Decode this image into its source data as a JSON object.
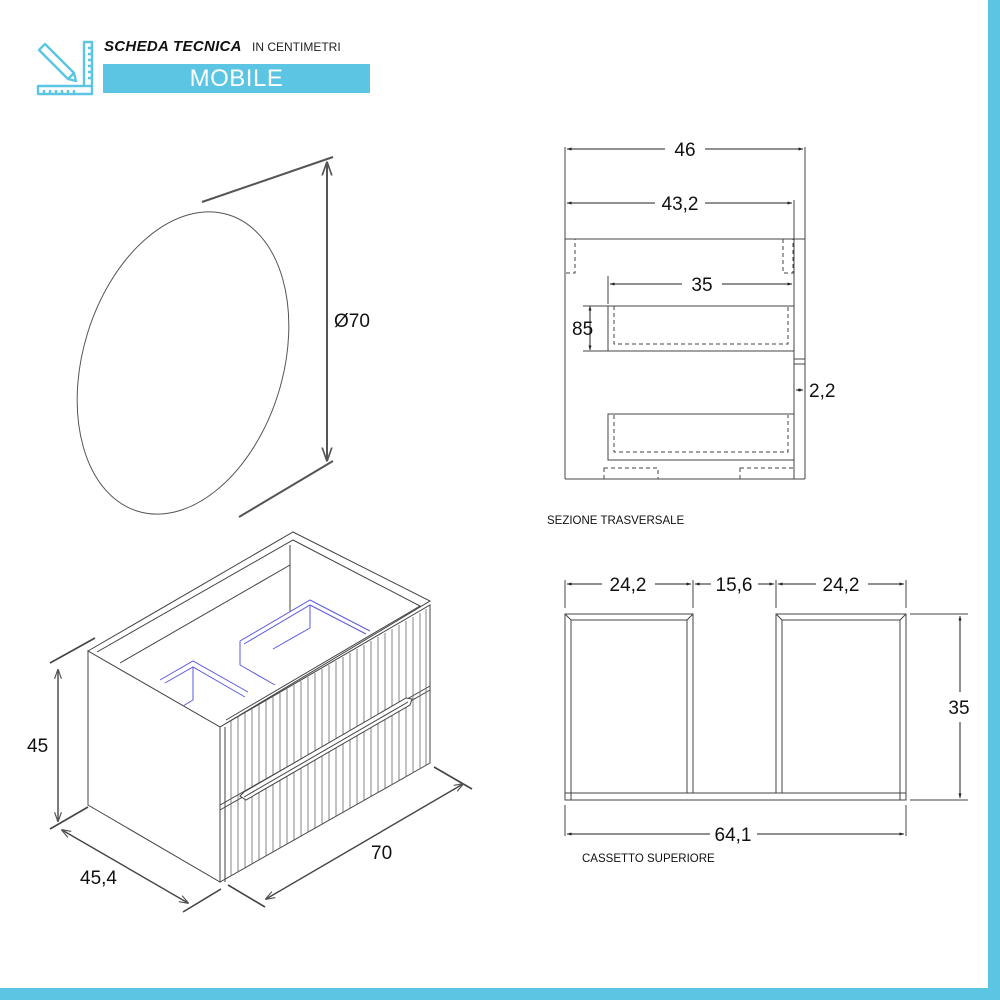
{
  "header": {
    "title": "SCHEDA TECNICA",
    "unit": "IN CENTIMETRI",
    "product": "MOBILE",
    "accent_color": "#5bc5e3",
    "icon": "ruler-pencil-icon"
  },
  "mirror": {
    "diameter_label": "Ø70"
  },
  "cabinet": {
    "height_label": "45",
    "depth_label": "45,4",
    "width_label": "70"
  },
  "cross_section": {
    "caption": "SEZIONE TRASVERSALE",
    "outer_depth_label": "46",
    "inner_depth_label": "43,2",
    "drawer_depth_label": "35",
    "drawer_side_label": "85",
    "front_thickness_label": "2,2"
  },
  "top_drawer": {
    "caption": "CASSETTO SUPERIORE",
    "left_width_label": "24,2",
    "gap_label": "15,6",
    "right_width_label": "24,2",
    "depth_label": "35",
    "total_width_label": "64,1"
  }
}
